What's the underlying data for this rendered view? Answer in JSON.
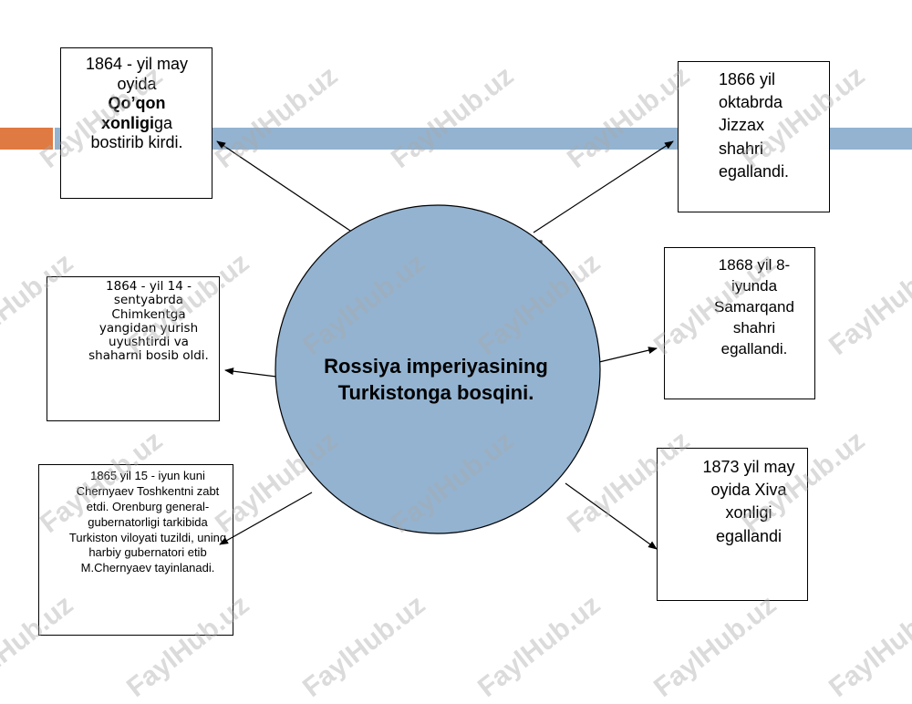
{
  "center": {
    "title_line1": "Rossiya imperiyasining",
    "title_line2": "Turkistonga bosqini.",
    "fill": "#93b3d1"
  },
  "events": {
    "e1864_may": {
      "pre": "1864 - yil may oyida",
      "bold": "Qo’qon xonligi",
      "post": "ga bostirib kirdi."
    },
    "e1864_sep": {
      "text": "1864 - yil 14 - sentyabrda Chimkentga yangidan yurish uyushtirdi va shaharni bosib oldi."
    },
    "e1865": {
      "text": "1865 yil 15 - iyun kuni Chernyaev Toshkentni zabt etdi. Orenburg general-gubernatorligi tarkibida Turkiston viloyati tuzildi, uning harbiy gubernatori etib M.Chernyaev tayinlanadi."
    },
    "e1866": {
      "text": "1866 yil oktabrda Jizzax shahri egallandi."
    },
    "e1868": {
      "text": "1868 yil 8-iyunda Samarqand shahri egallandi."
    },
    "e1873": {
      "text": "1873 yil may oyida Xiva xonligi egallandi"
    }
  },
  "watermark": "FaylHub.uz",
  "colors": {
    "band": "#93b3d1",
    "accent": "#df7a42"
  }
}
